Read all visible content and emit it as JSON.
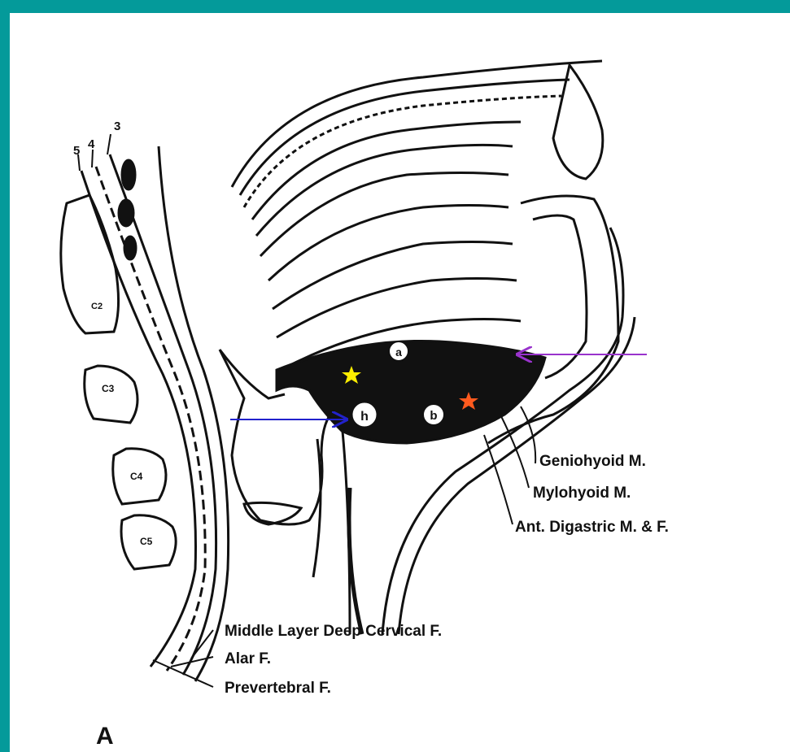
{
  "colors": {
    "border": "#049a9a",
    "ink": "#111111",
    "arrow_blue": "#2222cc",
    "arrow_purple": "#9933cc",
    "star_yellow": "#ffee00",
    "star_orange": "#ff5a1e"
  },
  "vertebrae": [
    "C2",
    "C3",
    "C4",
    "C5"
  ],
  "layer_numbers": [
    "5",
    "4",
    "3"
  ],
  "markers": {
    "a": "a",
    "b": "b",
    "h": "h"
  },
  "labels": {
    "geniohyoid": "Geniohyoid M.",
    "mylohyoid": "Mylohyoid M.",
    "digastric": "Ant. Digastric M. & F.",
    "middle_layer": "Middle Layer Deep Cervical F.",
    "alar": "Alar F.",
    "prevertebral": "Prevertebral F."
  },
  "panel_letter": "A",
  "icons": [
    "star-marker-yellow",
    "star-marker-orange",
    "arrow-blue",
    "arrow-purple"
  ]
}
